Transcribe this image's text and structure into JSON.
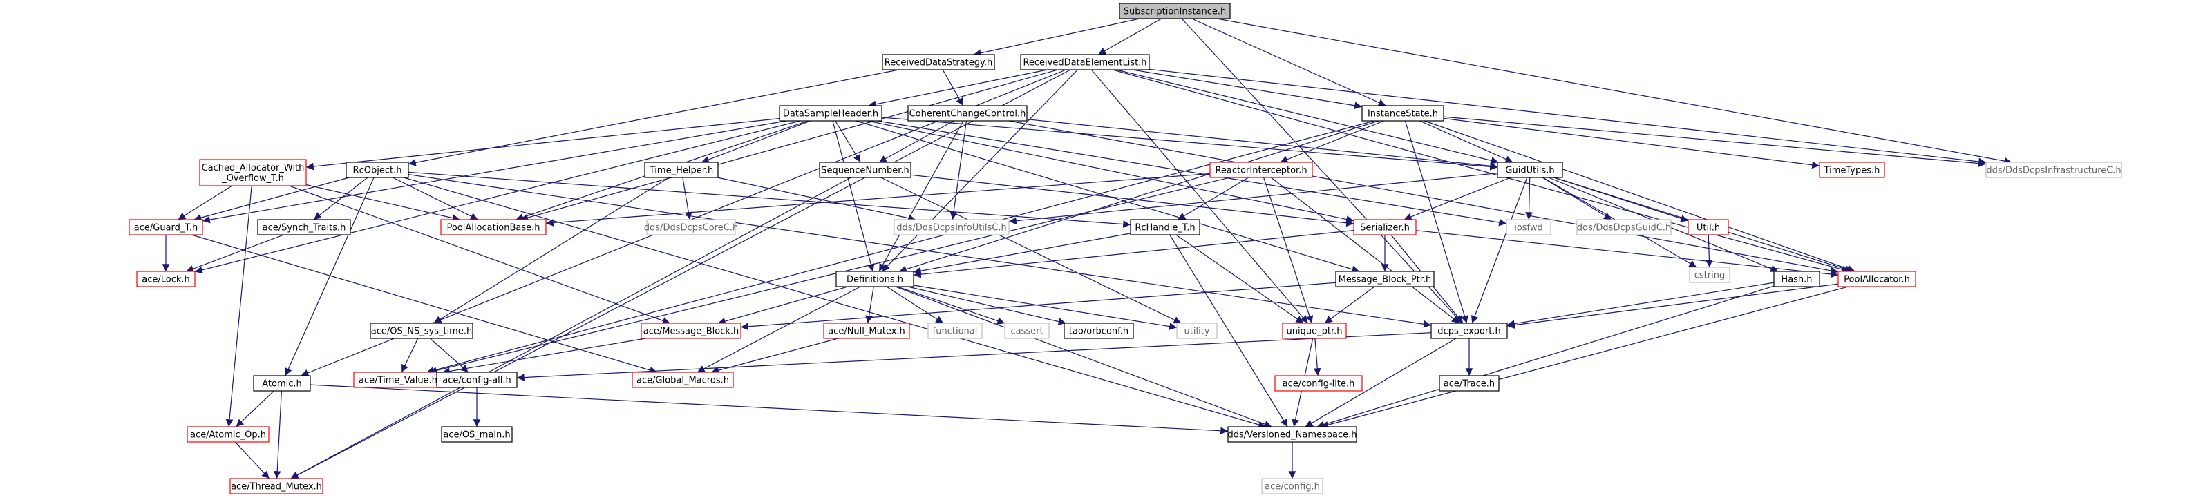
{
  "colors": {
    "edge": "#191970",
    "node_border_default": "#000000",
    "node_border_incomplete": "#ff0000",
    "node_border_external": "#bfbfbf",
    "root_fill": "#bfbfbf",
    "label_text": "#000000",
    "label_text_external": "#666666"
  },
  "nodes": [
    {
      "id": "SubscriptionInstance",
      "label": "SubscriptionInstance.h",
      "style": "root"
    },
    {
      "id": "ReceivedDataStrategy",
      "label": "ReceivedDataStrategy.h",
      "style": "normal"
    },
    {
      "id": "ReceivedDataElementList",
      "label": "ReceivedDataElementList.h",
      "style": "normal"
    },
    {
      "id": "DataSampleHeader",
      "label": "DataSampleHeader.h",
      "style": "normal"
    },
    {
      "id": "CoherentChangeControl",
      "label": "CoherentChangeControl.h",
      "style": "normal"
    },
    {
      "id": "InstanceState",
      "label": "InstanceState.h",
      "style": "normal"
    },
    {
      "id": "CachedAllocator",
      "label": "Cached_Allocator_With\n_Overflow_T.h",
      "style": "incomplete"
    },
    {
      "id": "RcObject",
      "label": "RcObject.h",
      "style": "normal"
    },
    {
      "id": "TimeHelper",
      "label": "Time_Helper.h",
      "style": "normal"
    },
    {
      "id": "SequenceNumber",
      "label": "SequenceNumber.h",
      "style": "normal"
    },
    {
      "id": "ReactorInterceptor",
      "label": "ReactorInterceptor.h",
      "style": "incomplete"
    },
    {
      "id": "GuidUtils",
      "label": "GuidUtils.h",
      "style": "normal"
    },
    {
      "id": "TimeTypes",
      "label": "TimeTypes.h",
      "style": "incomplete"
    },
    {
      "id": "DdsDcpsInfrastructureC",
      "label": "dds/DdsDcpsInfrastructureC.h",
      "style": "external"
    },
    {
      "id": "aceGuardT",
      "label": "ace/Guard_T.h",
      "style": "incomplete"
    },
    {
      "id": "SynchTraits",
      "label": "ace/Synch_Traits.h",
      "style": "normal"
    },
    {
      "id": "PoolAllocationBase",
      "label": "PoolAllocationBase.h",
      "style": "incomplete"
    },
    {
      "id": "DdsDcpsCoreC",
      "label": "dds/DdsDcpsCoreC.h",
      "style": "external"
    },
    {
      "id": "DdsDcpsInfoUtilsC",
      "label": "dds/DdsDcpsInfoUtilsC.h",
      "style": "external"
    },
    {
      "id": "RcHandleT",
      "label": "RcHandle_T.h",
      "style": "normal"
    },
    {
      "id": "Serializer",
      "label": "Serializer.h",
      "style": "incomplete"
    },
    {
      "id": "iosfwd",
      "label": "iosfwd",
      "style": "external"
    },
    {
      "id": "DdsDcpsGuidC",
      "label": "dds/DdsDcpsGuidC.h",
      "style": "external"
    },
    {
      "id": "UtilH",
      "label": "Util.h",
      "style": "incomplete"
    },
    {
      "id": "cstring",
      "label": "cstring",
      "style": "external"
    },
    {
      "id": "aceLock",
      "label": "ace/Lock.h",
      "style": "incomplete"
    },
    {
      "id": "Definitions",
      "label": "Definitions.h",
      "style": "normal"
    },
    {
      "id": "MessageBlockPtr",
      "label": "Message_Block_Ptr.h",
      "style": "normal"
    },
    {
      "id": "PoolAllocator",
      "label": "PoolAllocator.h",
      "style": "incomplete"
    },
    {
      "id": "HashH",
      "label": "Hash.h",
      "style": "normal"
    },
    {
      "id": "aceMessageBlock",
      "label": "ace/Message_Block.h",
      "style": "incomplete"
    },
    {
      "id": "aceNullMutex",
      "label": "ace/Null_Mutex.h",
      "style": "incomplete"
    },
    {
      "id": "functional",
      "label": "functional",
      "style": "external"
    },
    {
      "id": "cassert",
      "label": "cassert",
      "style": "external"
    },
    {
      "id": "taoOrbconf",
      "label": "tao/orbconf.h",
      "style": "normal"
    },
    {
      "id": "utility",
      "label": "utility",
      "style": "external"
    },
    {
      "id": "uniquePtr",
      "label": "unique_ptr.h",
      "style": "incomplete"
    },
    {
      "id": "dcpsExport",
      "label": "dcps_export.h",
      "style": "normal"
    },
    {
      "id": "OSNSsystime",
      "label": "ace/OS_NS_sys_time.h",
      "style": "normal"
    },
    {
      "id": "aceTimeValue",
      "label": "ace/Time_Value.h",
      "style": "incomplete"
    },
    {
      "id": "aceConfigAll",
      "label": "ace/config-all.h",
      "style": "normal"
    },
    {
      "id": "aceGlobalMacros",
      "label": "ace/Global_Macros.h",
      "style": "incomplete"
    },
    {
      "id": "AtomicH",
      "label": "Atomic.h",
      "style": "normal"
    },
    {
      "id": "aceConfigLite",
      "label": "ace/config-lite.h",
      "style": "incomplete"
    },
    {
      "id": "aceTrace",
      "label": "ace/Trace.h",
      "style": "normal"
    },
    {
      "id": "aceOSmain",
      "label": "ace/OS_main.h",
      "style": "normal"
    },
    {
      "id": "aceAtomicOp",
      "label": "ace/Atomic_Op.h",
      "style": "incomplete"
    },
    {
      "id": "VersionedNamespace",
      "label": "dds/Versioned_Namespace.h",
      "style": "normal"
    },
    {
      "id": "aceThreadMutex",
      "label": "ace/Thread_Mutex.h",
      "style": "incomplete"
    },
    {
      "id": "aceConfigH",
      "label": "ace/config.h",
      "style": "external"
    }
  ],
  "edges": [
    [
      "SubscriptionInstance",
      "ReceivedDataStrategy"
    ],
    [
      "SubscriptionInstance",
      "ReceivedDataElementList"
    ],
    [
      "SubscriptionInstance",
      "InstanceState"
    ],
    [
      "SubscriptionInstance",
      "DdsDcpsInfrastructureC"
    ],
    [
      "SubscriptionInstance",
      "dcpsExport"
    ],
    [
      "ReceivedDataStrategy",
      "CoherentChangeControl"
    ],
    [
      "ReceivedDataStrategy",
      "RcObject"
    ],
    [
      "ReceivedDataElementList",
      "DataSampleHeader"
    ],
    [
      "ReceivedDataElementList",
      "InstanceState"
    ],
    [
      "ReceivedDataElementList",
      "GuidUtils"
    ],
    [
      "ReceivedDataElementList",
      "DdsDcpsInfrastructureC"
    ],
    [
      "ReceivedDataElementList",
      "PoolAllocationBase"
    ],
    [
      "ReceivedDataElementList",
      "Definitions"
    ],
    [
      "ReceivedDataElementList",
      "uniquePtr"
    ],
    [
      "ReceivedDataElementList",
      "AtomicH"
    ],
    [
      "ReceivedDataElementList",
      "aceThreadMutex"
    ],
    [
      "ReceivedDataElementList",
      "PoolAllocator"
    ],
    [
      "DataSampleHeader",
      "CachedAllocator"
    ],
    [
      "DataSampleHeader",
      "TimeHelper"
    ],
    [
      "DataSampleHeader",
      "SequenceNumber"
    ],
    [
      "DataSampleHeader",
      "GuidUtils"
    ],
    [
      "DataSampleHeader",
      "PoolAllocationBase"
    ],
    [
      "DataSampleHeader",
      "Serializer"
    ],
    [
      "DataSampleHeader",
      "MessageBlockPtr"
    ],
    [
      "DataSampleHeader",
      "Definitions"
    ],
    [
      "DataSampleHeader",
      "aceGuardT"
    ],
    [
      "DataSampleHeader",
      "aceLock"
    ],
    [
      "DataSampleHeader",
      "iosfwd"
    ],
    [
      "CoherentChangeControl",
      "SequenceNumber"
    ],
    [
      "CoherentChangeControl",
      "GuidUtils"
    ],
    [
      "CoherentChangeControl",
      "DdsDcpsInfoUtilsC"
    ],
    [
      "CoherentChangeControl",
      "Definitions"
    ],
    [
      "CoherentChangeControl",
      "PoolAllocator"
    ],
    [
      "InstanceState",
      "ReactorInterceptor"
    ],
    [
      "InstanceState",
      "GuidUtils"
    ],
    [
      "InstanceState",
      "TimeTypes"
    ],
    [
      "InstanceState",
      "DdsDcpsInfrastructureC"
    ],
    [
      "InstanceState",
      "PoolAllocator"
    ],
    [
      "InstanceState",
      "dcpsExport"
    ],
    [
      "InstanceState",
      "Definitions"
    ],
    [
      "InstanceState",
      "aceTimeValue"
    ],
    [
      "CachedAllocator",
      "aceGuardT"
    ],
    [
      "CachedAllocator",
      "PoolAllocationBase"
    ],
    [
      "CachedAllocator",
      "aceMessageBlock"
    ],
    [
      "CachedAllocator",
      "aceAtomicOp"
    ],
    [
      "RcObject",
      "aceGuardT"
    ],
    [
      "RcObject",
      "SynchTraits"
    ],
    [
      "RcObject",
      "PoolAllocationBase"
    ],
    [
      "RcObject",
      "RcHandleT"
    ],
    [
      "RcObject",
      "AtomicH"
    ],
    [
      "RcObject",
      "VersionedNamespace"
    ],
    [
      "RcObject",
      "dcpsExport"
    ],
    [
      "TimeHelper",
      "DdsDcpsCoreC"
    ],
    [
      "TimeHelper",
      "DdsDcpsInfoUtilsC"
    ],
    [
      "TimeHelper",
      "OSNSsystime"
    ],
    [
      "SequenceNumber",
      "Serializer"
    ],
    [
      "SequenceNumber",
      "utility"
    ],
    [
      "SequenceNumber",
      "aceThreadMutex"
    ],
    [
      "ReactorInterceptor",
      "RcHandleT"
    ],
    [
      "ReactorInterceptor",
      "PoolAllocationBase"
    ],
    [
      "ReactorInterceptor",
      "uniquePtr"
    ],
    [
      "ReactorInterceptor",
      "dcpsExport"
    ],
    [
      "ReactorInterceptor",
      "aceTimeValue"
    ],
    [
      "GuidUtils",
      "DdsDcpsGuidC"
    ],
    [
      "GuidUtils",
      "DdsDcpsInfoUtilsC"
    ],
    [
      "GuidUtils",
      "UtilH"
    ],
    [
      "GuidUtils",
      "Serializer"
    ],
    [
      "GuidUtils",
      "cstring"
    ],
    [
      "GuidUtils",
      "iosfwd"
    ],
    [
      "GuidUtils",
      "HashH"
    ],
    [
      "GuidUtils",
      "PoolAllocator"
    ],
    [
      "GuidUtils",
      "dcpsExport"
    ],
    [
      "UtilH",
      "cstring"
    ],
    [
      "aceGuardT",
      "aceLock"
    ],
    [
      "aceGuardT",
      "aceGlobalMacros"
    ],
    [
      "SynchTraits",
      "aceLock"
    ],
    [
      "RcHandleT",
      "Definitions"
    ],
    [
      "RcHandleT",
      "uniquePtr"
    ],
    [
      "RcHandleT",
      "VersionedNamespace"
    ],
    [
      "Serializer",
      "MessageBlockPtr"
    ],
    [
      "Serializer",
      "PoolAllocator"
    ],
    [
      "Serializer",
      "dcpsExport"
    ],
    [
      "Serializer",
      "Definitions"
    ],
    [
      "MessageBlockPtr",
      "uniquePtr"
    ],
    [
      "MessageBlockPtr",
      "aceMessageBlock"
    ],
    [
      "Definitions",
      "aceMessageBlock"
    ],
    [
      "Definitions",
      "aceNullMutex"
    ],
    [
      "Definitions",
      "functional"
    ],
    [
      "Definitions",
      "cassert"
    ],
    [
      "Definitions",
      "taoOrbconf"
    ],
    [
      "Definitions",
      "utility"
    ],
    [
      "Definitions",
      "aceGlobalMacros"
    ],
    [
      "Definitions",
      "VersionedNamespace"
    ],
    [
      "PoolAllocator",
      "dcpsExport"
    ],
    [
      "PoolAllocator",
      "VersionedNamespace"
    ],
    [
      "HashH",
      "dcpsExport"
    ],
    [
      "HashH",
      "VersionedNamespace"
    ],
    [
      "aceMessageBlock",
      "aceTimeValue"
    ],
    [
      "aceNullMutex",
      "aceGlobalMacros"
    ],
    [
      "uniquePtr",
      "aceConfigLite"
    ],
    [
      "uniquePtr",
      "VersionedNamespace"
    ],
    [
      "dcpsExport",
      "aceConfigAll"
    ],
    [
      "dcpsExport",
      "aceTrace"
    ],
    [
      "dcpsExport",
      "VersionedNamespace"
    ],
    [
      "OSNSsystime",
      "aceTimeValue"
    ],
    [
      "OSNSsystime",
      "aceConfigAll"
    ],
    [
      "aceConfigAll",
      "aceOSmain"
    ],
    [
      "AtomicH",
      "aceAtomicOp"
    ],
    [
      "AtomicH",
      "aceThreadMutex"
    ],
    [
      "AtomicH",
      "VersionedNamespace"
    ],
    [
      "aceAtomicOp",
      "aceThreadMutex"
    ],
    [
      "VersionedNamespace",
      "aceConfigH"
    ]
  ]
}
